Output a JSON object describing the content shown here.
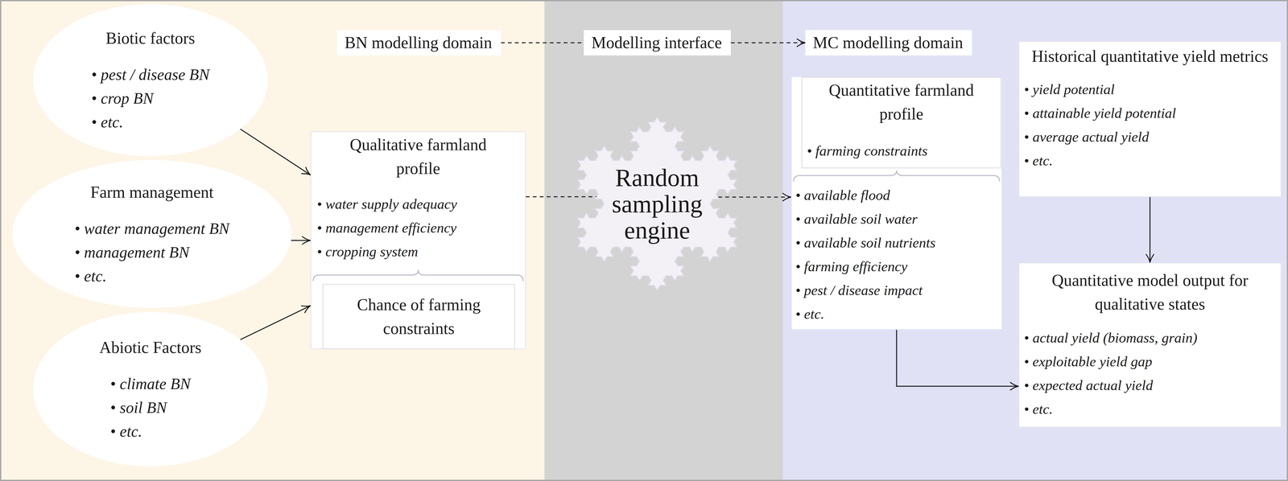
{
  "diagram": {
    "nodes": [
      {
        "text": [
          "Biotic factors",
          "• pest / disease BN",
          "• crop BN",
          "• etc."
        ]
      },
      {
        "text": [
          "Farm management",
          "• water management BN",
          "• management BN",
          "• etc."
        ]
      },
      {
        "text": [
          "Abiotic Factors",
          "• climate BN",
          "• soil BN",
          "• etc."
        ]
      },
      {
        "text": [
          "BN modelling domain"
        ]
      },
      {
        "text": [
          "Modelling interface"
        ]
      },
      {
        "text": [
          "MC modelling domain"
        ]
      },
      {
        "text": [
          "Qualitative farmland profile",
          "• water supply adequacy",
          "• management efficiency",
          "• cropping system"
        ]
      },
      {
        "text": [
          "Chance of farming constraints"
        ],
        "in": 6
      },
      {
        "text": [
          "Random sampling engine"
        ]
      },
      {
        "text": [
          "• available flood",
          "• available soil water",
          "• available soil nutrients",
          "• farming efficiency",
          "• pest / disease impact",
          "• etc."
        ]
      },
      {
        "text": [
          "Quantitative farmland profile",
          "• farming constraints"
        ],
        "in": 9
      },
      {
        "text": [
          "Historical quantitative yield metrics",
          "• yield potential",
          "• attainable yield potential",
          "• average actual yield",
          "• etc."
        ]
      },
      {
        "text": [
          "Quantitative model output for qualitative states",
          "• actual yield (biomass, grain)",
          "• exploitable yield gap",
          "• expected actual yield",
          "• etc."
        ]
      }
    ],
    "edges": [
      {
        "from": 0,
        "to": 6,
        "arrow": "to"
      },
      {
        "from": 1,
        "to": 6,
        "arrow": "to"
      },
      {
        "from": 2,
        "to": 6,
        "arrow": "to"
      },
      {
        "from": 3,
        "to": 4,
        "arrow": "none"
      },
      {
        "from": 4,
        "to": 5,
        "arrow": "to"
      },
      {
        "from": 6,
        "to": 8,
        "arrow": "none"
      },
      {
        "from": 8,
        "to": 9,
        "arrow": "to"
      },
      {
        "from": 9,
        "to": 12,
        "arrow": "to"
      },
      {
        "from": 11,
        "to": 12,
        "arrow": "to"
      }
    ]
  }
}
